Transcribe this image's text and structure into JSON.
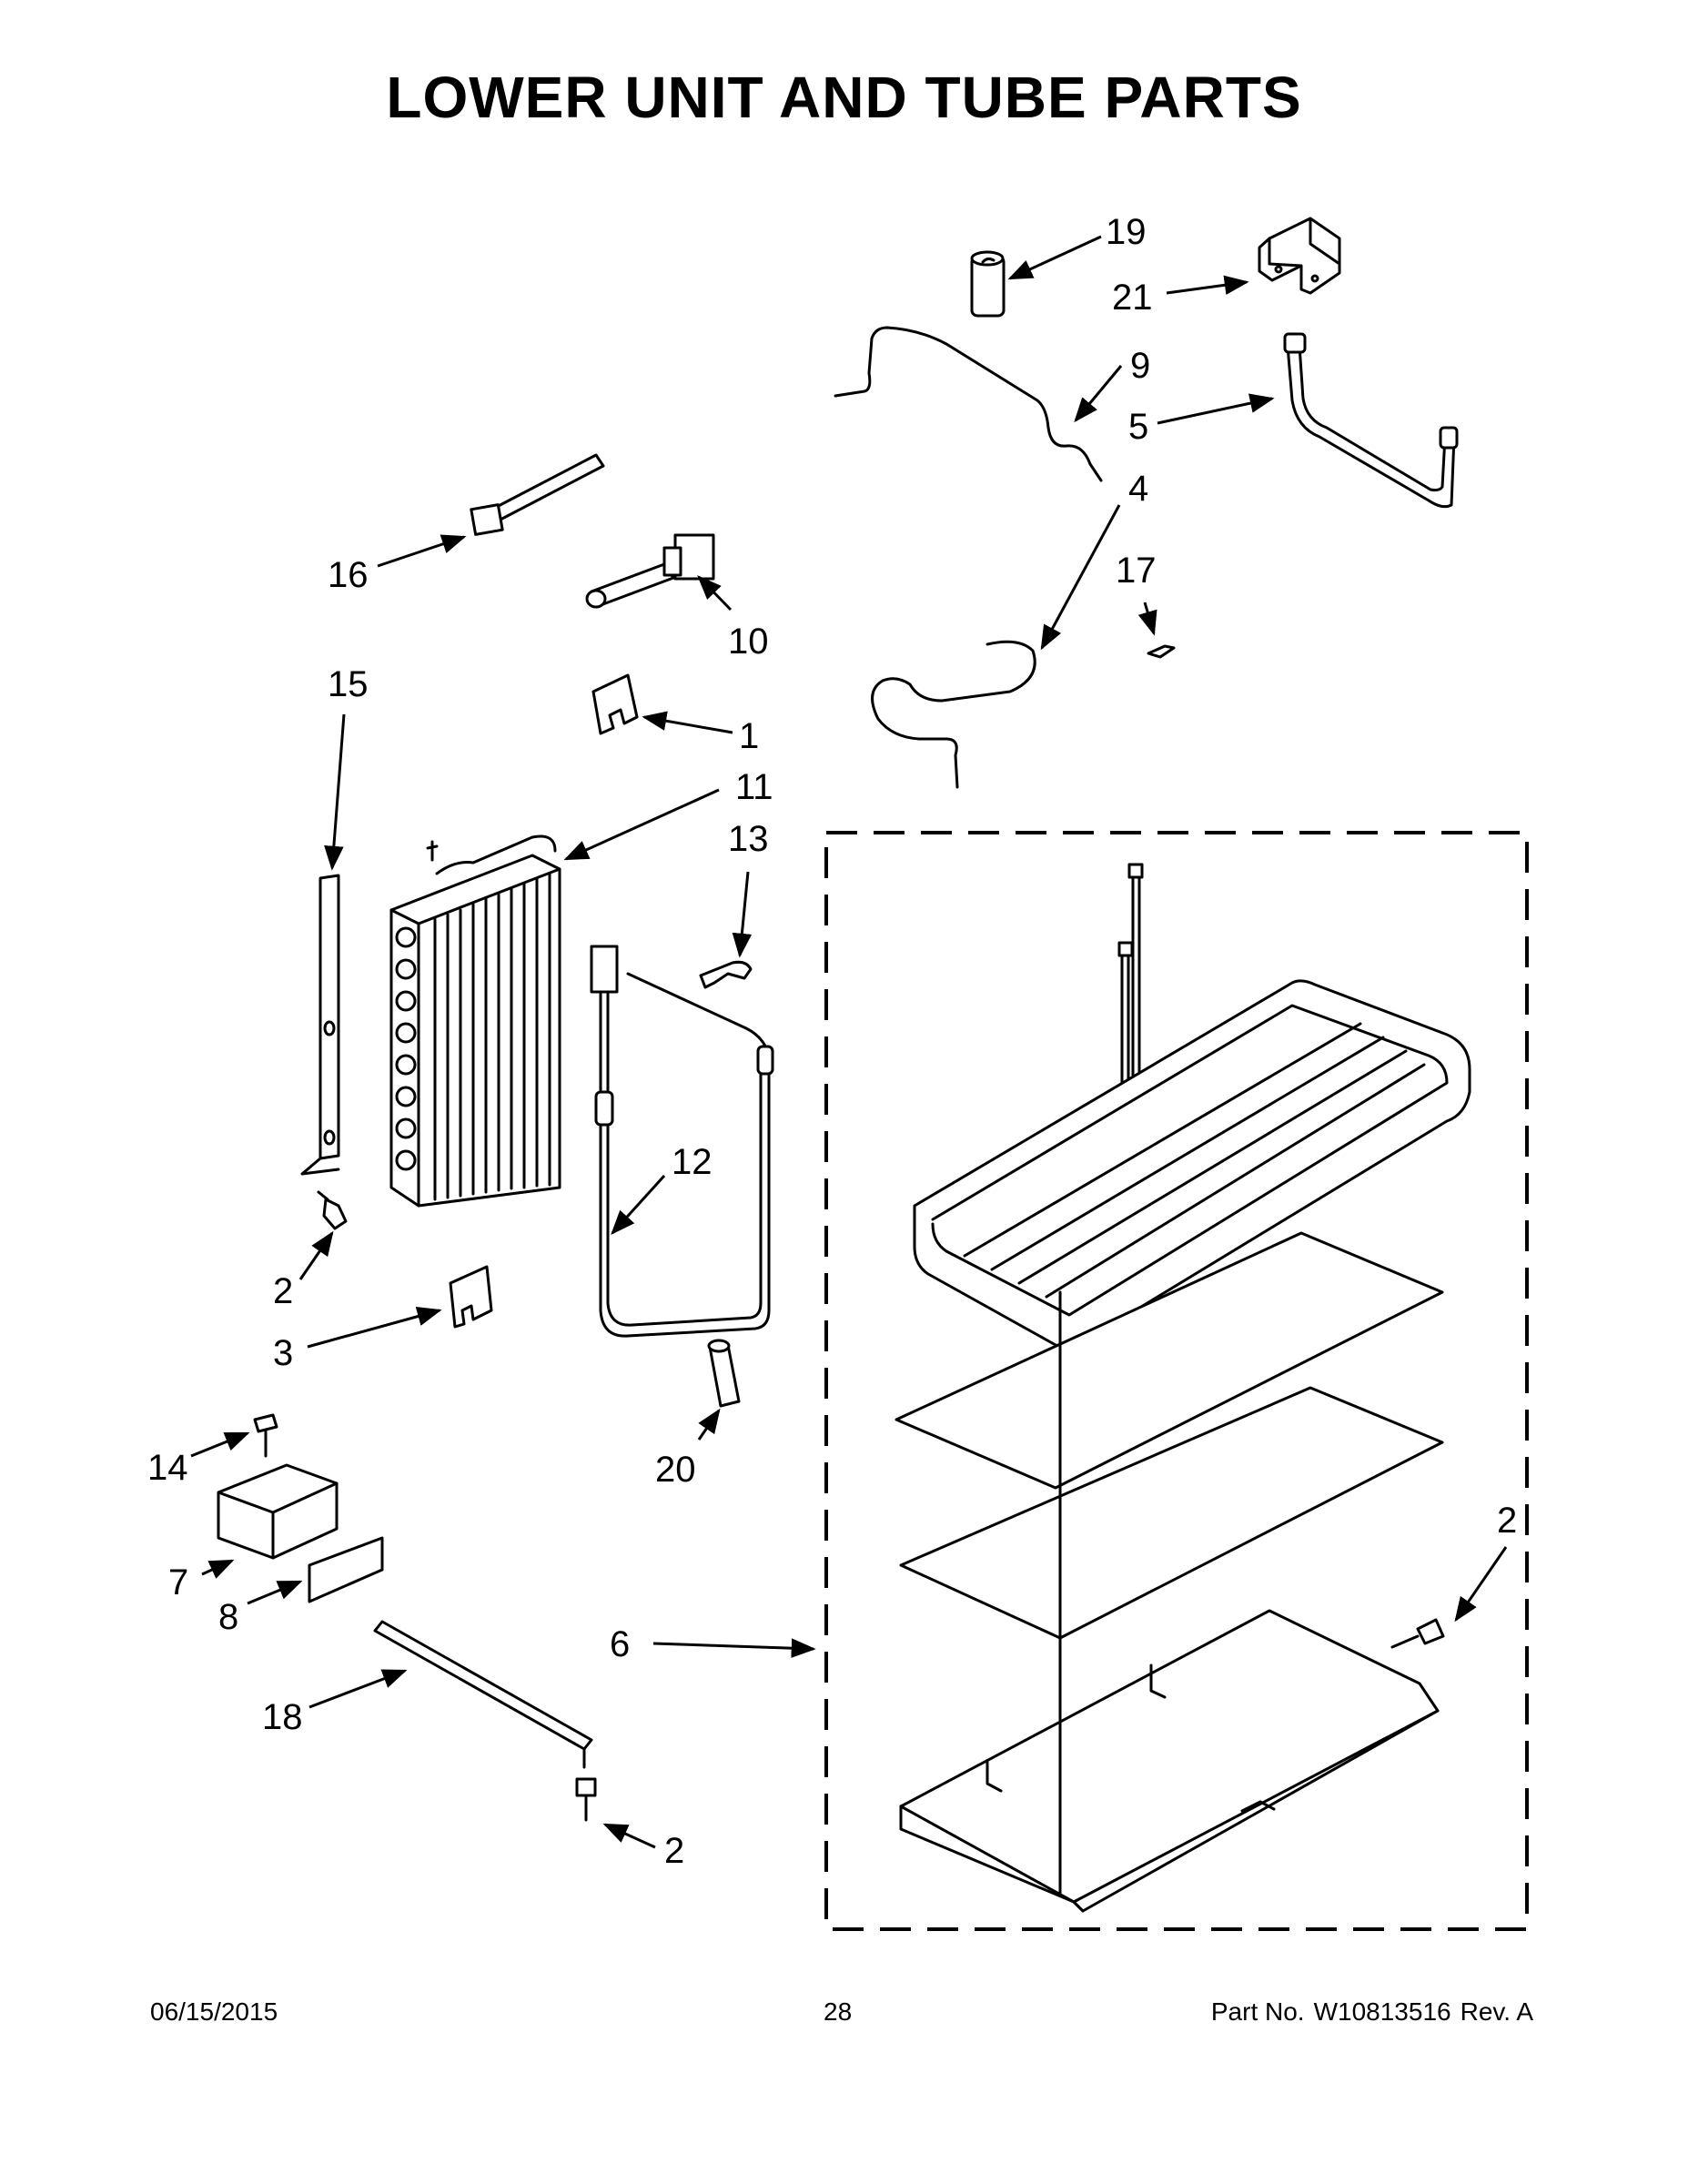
{
  "title": "LOWER UNIT AND TUBE PARTS",
  "callouts": [
    "1",
    "2",
    "2",
    "2",
    "3",
    "4",
    "5",
    "6",
    "7",
    "8",
    "9",
    "10",
    "11",
    "12",
    "13",
    "14",
    "15",
    "16",
    "17",
    "18",
    "19",
    "20",
    "21"
  ],
  "footer": {
    "date": "06/15/2015",
    "page": "28",
    "part_label": "Part No.",
    "part_number": "W10813516",
    "revision": "Rev. A"
  }
}
